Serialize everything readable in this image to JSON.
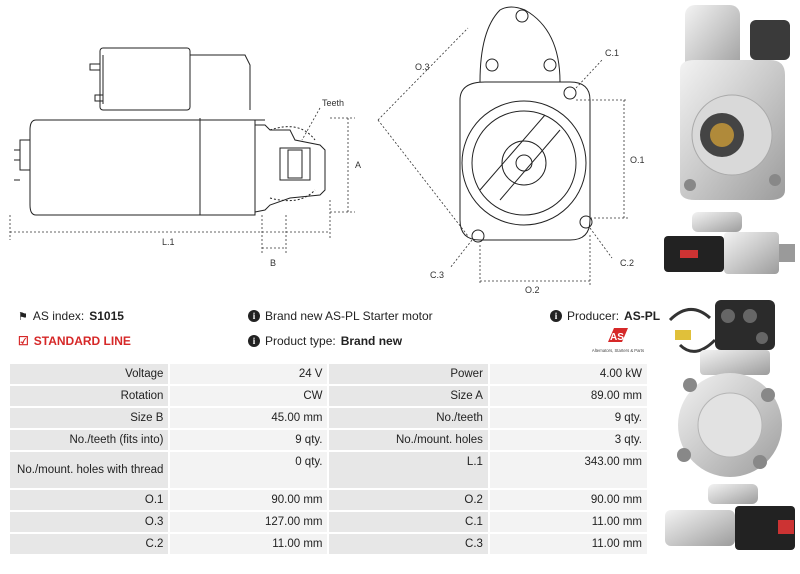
{
  "drawing": {
    "labels": {
      "teeth": "Teeth",
      "a": "A",
      "b": "B",
      "l1": "L.1",
      "o3": "O.3",
      "c1": "C.1",
      "o1": "O.1",
      "c3": "C.3",
      "c2": "C.2",
      "o2": "O.2"
    }
  },
  "info": {
    "as_index_label": "AS index:",
    "as_index_value": "S1015",
    "standard_line": "STANDARD LINE",
    "description": "Brand new AS-PL Starter motor",
    "product_type_label": "Product type:",
    "product_type_value": "Brand new",
    "producer_label": "Producer:",
    "producer_value": "AS-PL"
  },
  "logo": {
    "mark": "AS",
    "tagline": "Alternators, Starters & Parts"
  },
  "specs": [
    [
      "Voltage",
      "24 V",
      "Power",
      "4.00 kW"
    ],
    [
      "Rotation",
      "CW",
      "Size A",
      "89.00 mm"
    ],
    [
      "Size B",
      "45.00 mm",
      "No./teeth",
      "9 qty."
    ],
    [
      "No./teeth (fits into)",
      "9 qty.",
      "No./mount. holes",
      "3 qty."
    ],
    [
      "No./mount. holes with thread",
      "0 qty.",
      "L.1",
      "343.00 mm"
    ],
    [
      "O.1",
      "90.00 mm",
      "O.2",
      "90.00 mm"
    ],
    [
      "O.3",
      "127.00 mm",
      "C.1",
      "11.00 mm"
    ],
    [
      "C.2",
      "11.00 mm",
      "C.3",
      "11.00 mm"
    ]
  ],
  "photos": [
    "starter-front-view",
    "starter-side-view",
    "starter-rear-view",
    "starter-end-view",
    "starter-bottom-view"
  ]
}
